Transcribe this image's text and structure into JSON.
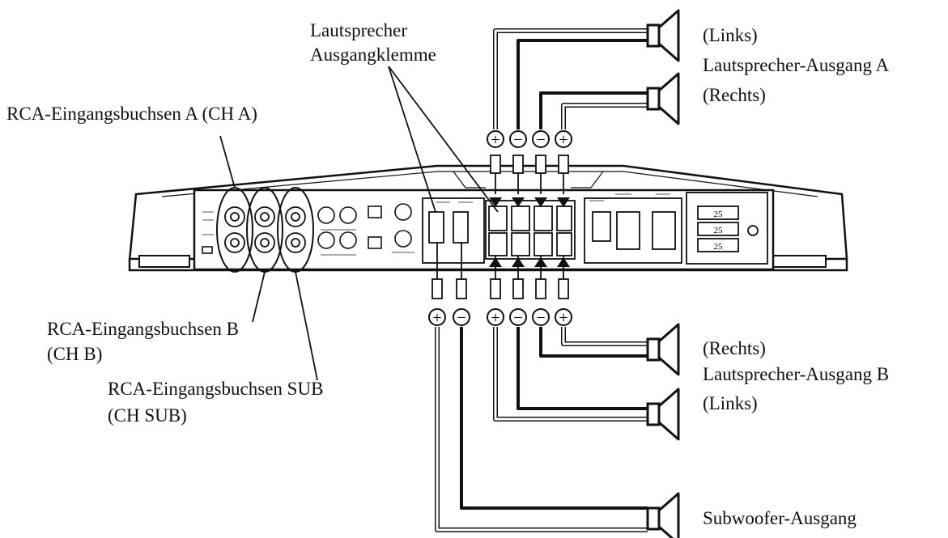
{
  "labels": {
    "terminal_line1": "Lautsprecher",
    "terminal_line2": "Ausgangklemme",
    "rca_a": "RCA-Eingangsbuchsen A (CH A)",
    "rca_b_line1": "RCA-Eingangsbuchsen B",
    "rca_b_line2": "(CH B)",
    "rca_sub_line1": "RCA-Eingangsbuchsen SUB",
    "rca_sub_line2": "(CH SUB)",
    "out_a_left": "(Links)",
    "out_a_title": "Lautsprecher-Ausgang A",
    "out_a_right": "(Rechts)",
    "out_b_right": "(Rechts)",
    "out_b_title": "Lautsprecher-Ausgang B",
    "out_b_left": "(Links)",
    "subwoofer": "Subwoofer-Ausgang"
  },
  "polarity": {
    "top": [
      "+",
      "−",
      "−",
      "+"
    ],
    "bottom": [
      "+",
      "−",
      "+",
      "−",
      "−",
      "+"
    ]
  },
  "fuses": [
    "25",
    "25",
    "25"
  ]
}
